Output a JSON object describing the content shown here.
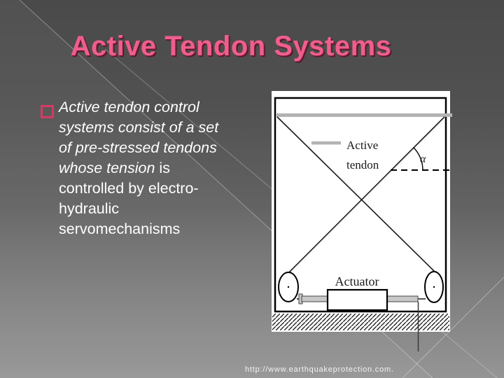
{
  "title": {
    "text": "Active Tendon Systems"
  },
  "bullet": {
    "line1": "Active tendon control",
    "line2": "systems consist of a set",
    "line3": "of pre-stressed tendons",
    "line4_italic": "whose tension",
    "line4_regular": " is",
    "line5": "controlled by electro-",
    "line6": "hydraulic",
    "line7": "servomechanisms"
  },
  "figure": {
    "labels": {
      "active": "Active",
      "tendon": "tendon",
      "alpha": "α",
      "actuator": "Actuator"
    }
  },
  "footer": {
    "url": "http://www.earthquakeprotection.com."
  },
  "colors": {
    "title_pink": "#ee5f8d",
    "title_shadow": "#5c1026",
    "bullet_outline": "#d63a64",
    "slide_bg_top": "#4a4a4a",
    "slide_bg_bottom": "#959595",
    "beam_gray": "#b3b3b3",
    "body_text": "#ffffff"
  }
}
